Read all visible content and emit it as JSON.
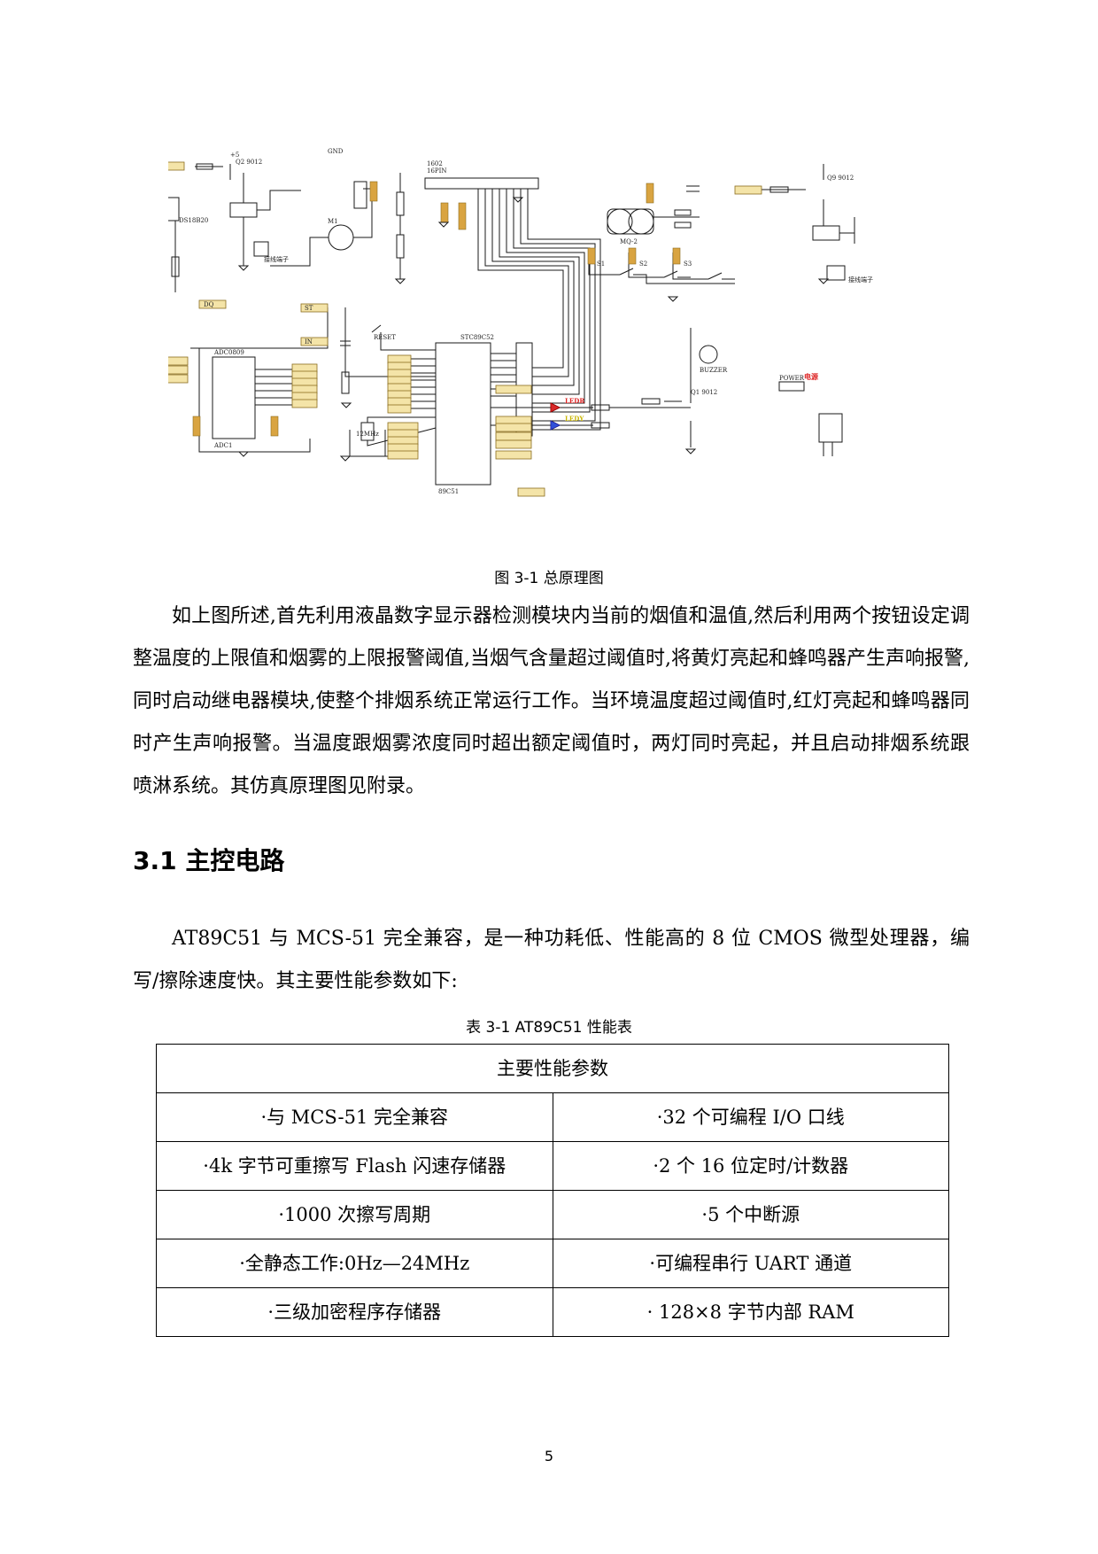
{
  "figure": {
    "caption": "图 3-1 总原理图",
    "labels": {
      "u1_title": "STC89C52",
      "u1_foot": "89C51",
      "adc_title": "ADC0809",
      "adc_foot": "ADC1",
      "lcd": "1602",
      "lcd_sub": "16PIN",
      "mq": "MQ-2",
      "buzzer": "BUZZER",
      "power": "POWER",
      "power_cn": "电源",
      "relay_text": "接线端子",
      "sensor": "DS18B20",
      "motor": "M1",
      "crystal": "12MHz",
      "reset": "RESET",
      "ledr": "LEDR",
      "ledy": "LEDY",
      "gnd": "GND",
      "vcc": "+5",
      "q1": "Q1 9012",
      "q2": "Q2 9012",
      "q9": "Q9 9012",
      "s1": "S1",
      "s2": "S2",
      "s3": "S3",
      "st": "ST",
      "dq": "DQ",
      "in": "IN"
    }
  },
  "paragraph1": "如上图所述,首先利用液晶数字显示器检测模块内当前的烟值和温值,然后利用两个按钮设定调整温度的上限值和烟雾的上限报警阈值,当烟气含量超过阈值时,将黄灯亮起和蜂鸣器产生声响报警,同时启动继电器模块,使整个排烟系统正常运行工作。当环境温度超过阈值时,红灯亮起和蜂鸣器同时产生声响报警。当温度跟烟雾浓度同时超出额定阈值时，两灯同时亮起，并且启动排烟系统跟喷淋系统。其仿真原理图见附录。",
  "heading": "3.1 主控电路",
  "paragraph2": "AT89C51 与 MCS-51 完全兼容，是一种功耗低、性能高的 8 位 CMOS 微型处理器，编写/擦除速度快。其主要性能参数如下:",
  "table": {
    "caption": "表 3-1 AT89C51 性能表",
    "header": "主要性能参数",
    "rows": [
      [
        "·与 MCS-51 完全兼容",
        "·32 个可编程 I/O 口线"
      ],
      [
        "·4k 字节可重擦写 Flash 闪速存储器",
        "·2 个 16 位定时/计数器"
      ],
      [
        "·1000 次擦写周期",
        "·5 个中断源"
      ],
      [
        "·全静态工作:0Hz—24MHz",
        "·可编程串行 UART 通道"
      ],
      [
        "·三级加密程序存储器",
        "· 128×8 字节内部 RAM"
      ]
    ]
  },
  "page_number": "5"
}
